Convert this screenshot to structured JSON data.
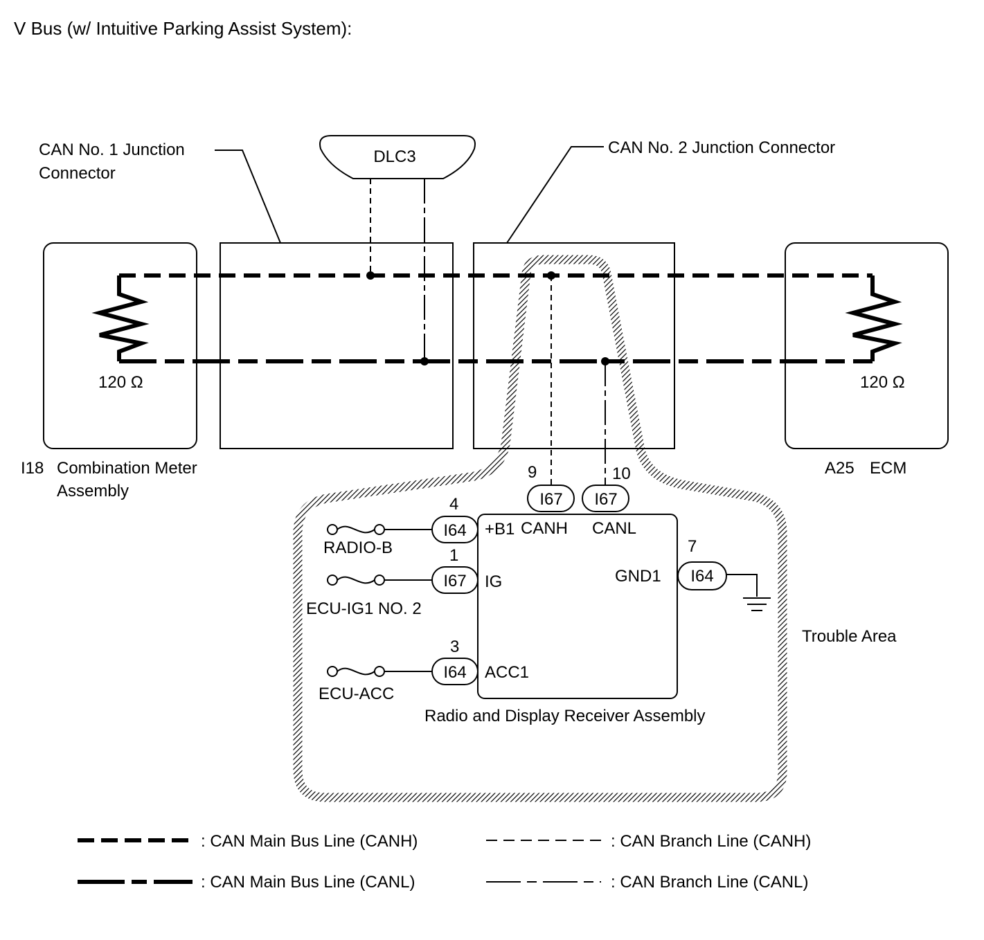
{
  "title": "V Bus (w/ Intuitive Parking Assist System):",
  "junction1": {
    "line1": "CAN No. 1 Junction",
    "line2": "Connector"
  },
  "junction2": {
    "label": "CAN No. 2 Junction Connector"
  },
  "dlc3": {
    "label": "DLC3"
  },
  "meter": {
    "resistor": "120 Ω",
    "code": "I18",
    "line1": "Combination Meter",
    "line2": "Assembly"
  },
  "ecm": {
    "resistor": "120 Ω",
    "code": "A25",
    "name": "ECM"
  },
  "radio": {
    "name": "Radio and Display Receiver Assembly",
    "pins": {
      "canh": {
        "num": "9",
        "connector": "I67",
        "label": "CANH"
      },
      "canl": {
        "num": "10",
        "connector": "I67",
        "label": "CANL"
      },
      "b1": {
        "num": "4",
        "connector": "I64",
        "label": "+B1",
        "fuse": "RADIO-B"
      },
      "ig": {
        "num": "1",
        "connector": "I67",
        "label": "IG",
        "fuse": "ECU-IG1 NO. 2"
      },
      "acc": {
        "num": "3",
        "connector": "I64",
        "label": "ACC1",
        "fuse": "ECU-ACC"
      },
      "gnd": {
        "num": "7",
        "connector": "I64",
        "label": "GND1"
      }
    }
  },
  "trouble_area": "Trouble Area",
  "legend": {
    "main_canh": ": CAN Main Bus Line (CANH)",
    "main_canl": ": CAN Main Bus Line (CANL)",
    "branch_canh": ": CAN Branch Line (CANH)",
    "branch_canl": ": CAN Branch Line (CANL)"
  }
}
